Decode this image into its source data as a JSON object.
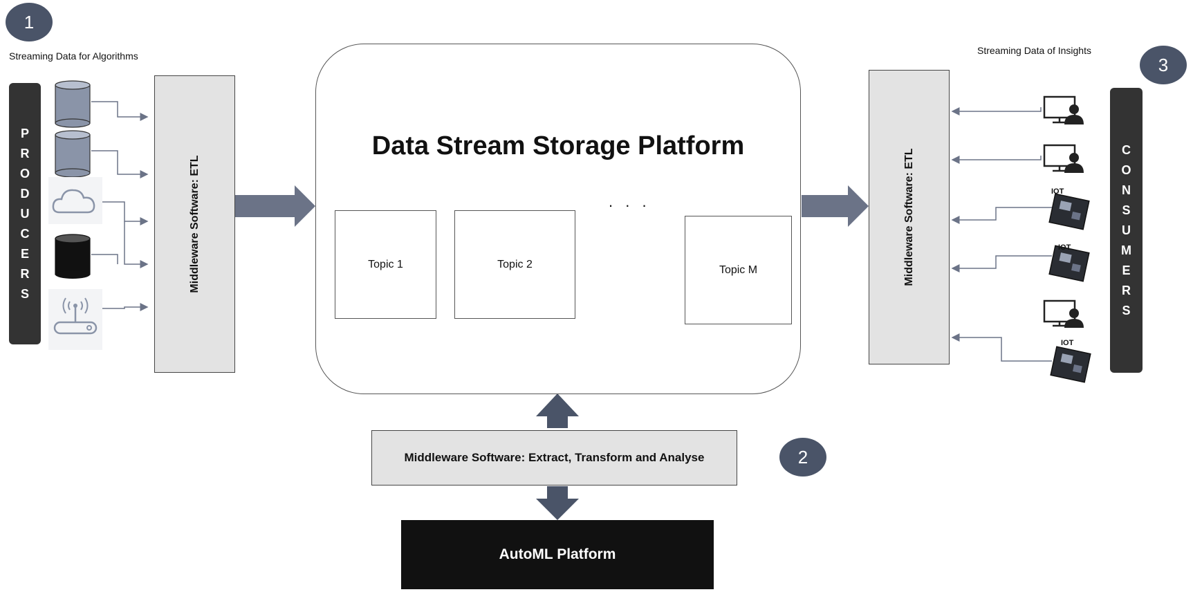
{
  "badges": [
    "1",
    "2",
    "3"
  ],
  "left_caption": "Streaming Data for Algorithms",
  "right_caption": "Streaming Data of Insights",
  "producers_label": [
    "P",
    "R",
    "O",
    "D",
    "U",
    "C",
    "E",
    "R",
    "S"
  ],
  "consumers_label": [
    "C",
    "O",
    "N",
    "S",
    "U",
    "M",
    "E",
    "R",
    "S"
  ],
  "left_etl_label": "Middleware Software: ETL",
  "right_etl_label": "Middleware Software: ETL",
  "platform_title": "Data Stream Storage Platform",
  "topics": [
    "Topic 1",
    "Topic 2",
    "Topic M"
  ],
  "topic_ellipsis": ". . .",
  "bottom_middleware_label": "Middleware Software: Extract, Transform and Analyse",
  "automl_label": "AutoML Platform",
  "iot_label": "IOT",
  "producer_icons": [
    "database-icon",
    "database-icon",
    "cloud-icon",
    "database-icon",
    "router-icon"
  ],
  "consumer_icons": [
    "user-monitor-icon",
    "user-monitor-icon",
    "iot-board-icon",
    "iot-board-icon",
    "user-monitor-icon",
    "iot-board-icon"
  ],
  "colors": {
    "badge": "#4a5468",
    "arrow": "#6b7387",
    "panel": "#e3e3e3",
    "dark_bar": "#333333",
    "automl": "#111111"
  }
}
